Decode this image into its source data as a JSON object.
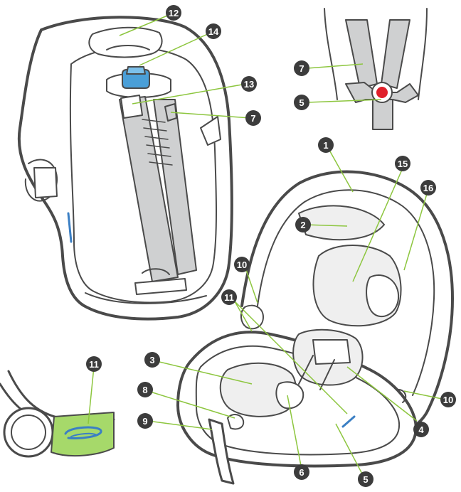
{
  "colors": {
    "outline": "#4a4a4a",
    "strap": "#cfd0d1",
    "padding": "#efefef",
    "leader": "#8dc63f",
    "callout": "#3c3c3c",
    "callout_text": "#ffffff",
    "recline_blue": "#4a9fd8",
    "buckle_red": "#e0202a",
    "indicator_green": "#a6d96a",
    "indicator_blue": "#3b7fc4"
  },
  "panels": {
    "rear": "rear-view-panel",
    "harness": "harness-detail-panel",
    "main": "front-view-panel",
    "level": "level-indicator-panel"
  },
  "callouts": {
    "c1": "1",
    "c2": "2",
    "c3": "3",
    "c4": "4",
    "c5_top": "5",
    "c5_bottom": "5",
    "c6": "6",
    "c7_top": "7",
    "c7_rear": "7",
    "c8": "8",
    "c9": "9",
    "c10_left": "10",
    "c10_right": "10",
    "c11_main": "11",
    "c11_detail": "11",
    "c12": "12",
    "c13": "13",
    "c14": "14",
    "c15": "15",
    "c16": "16"
  }
}
